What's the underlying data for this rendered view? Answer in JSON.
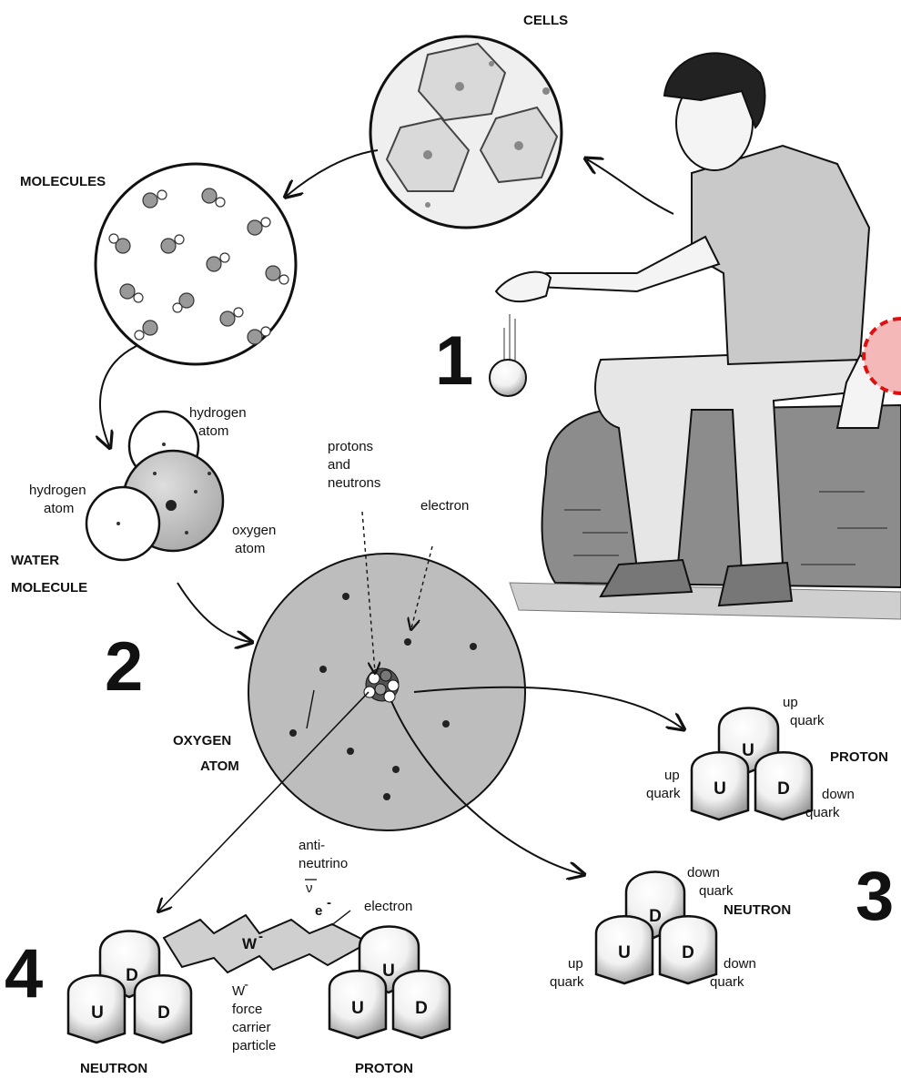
{
  "labels": {
    "cells": "CELLS",
    "molecules": "MOLECULES",
    "hydrogen_top_1": "hydrogen",
    "hydrogen_top_2": "atom",
    "hydrogen_left_1": "hydrogen",
    "hydrogen_left_2": "atom",
    "oxygen_small_1": "oxygen",
    "oxygen_small_2": "atom",
    "water_1": "WATER",
    "water_2": "MOLECULE",
    "protons_1": "protons",
    "protons_2": "and",
    "protons_3": "neutrons",
    "electron_top": "electron",
    "oxygen_atom_1": "OXYGEN",
    "oxygen_atom_2": "ATOM",
    "antineutrino_1": "anti-",
    "antineutrino_2": "neutrino",
    "nu_bar": "ν",
    "e_minus": "e",
    "electron_bottom": "electron",
    "w_boson": "W",
    "w_force_1": "W",
    "w_force_2": "force",
    "w_force_3": "carrier",
    "w_force_4": "particle",
    "neutron_bottom": "NEUTRON",
    "proton_bottom": "PROTON",
    "proton_right": "PROTON",
    "neutron_right": "NEUTRON",
    "up": "up",
    "down": "down",
    "quark": "quark"
  },
  "numbers": {
    "n1": "1",
    "n2": "2",
    "n3": "3",
    "n4": "4"
  },
  "quarks": {
    "proton_right": [
      "U",
      "U",
      "D"
    ],
    "neutron_right": [
      "D",
      "U",
      "D"
    ],
    "neutron_bottom": [
      "D",
      "U",
      "D"
    ],
    "proton_bottom": [
      "U",
      "U",
      "D"
    ]
  }
}
